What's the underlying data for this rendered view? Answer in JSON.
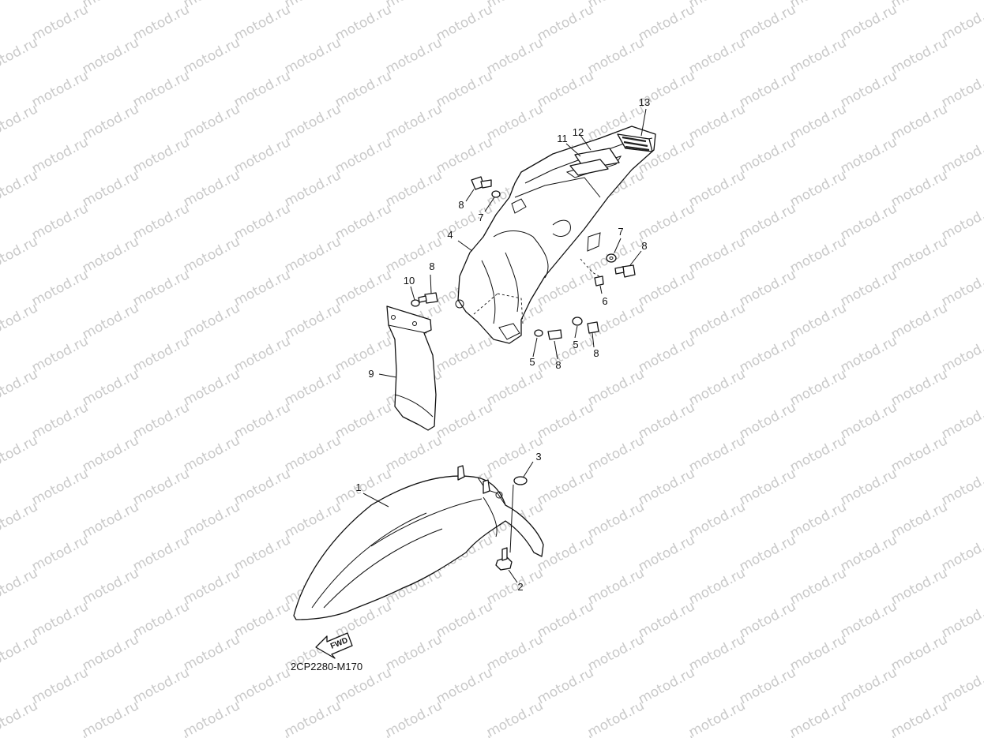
{
  "watermark": {
    "text": "motod.ru"
  },
  "diagram": {
    "code": "2CP2280-M170",
    "direction_label": "FWD",
    "callouts": [
      "1",
      "2",
      "3",
      "4",
      "5",
      "5",
      "6",
      "7",
      "7",
      "8",
      "8",
      "8",
      "8",
      "8",
      "9",
      "10",
      "11",
      "12",
      "13"
    ]
  }
}
